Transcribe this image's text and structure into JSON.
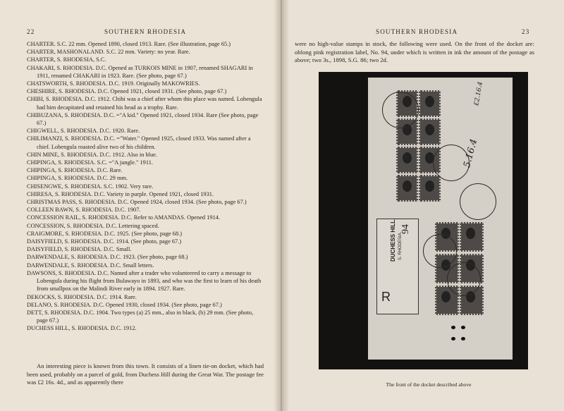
{
  "left_page": {
    "page_number": "22",
    "running_head": "SOUTHERN RHODESIA",
    "entries": [
      "CHARTER. S.C. 22 mm. Opened 1890, closed 1913. Rare. (See illustration, page 65.)",
      "CHARTER, MASHONALAND. S.C. 22 mm. Variety: no year. Rare.",
      "CHARTER, S. RHODESIA, S.C.",
      "CHAKARI, S. RHODESIA. D.C. Opened as TURKOIS MINE in 1907, renamed SHAGARI in 1911, renamed CHAKARI in 1923. Rare. (See photo, page 67.)",
      "CHATSWORTH, S. RHODESIA. D.C. 1919. Originally MAKOWRIES.",
      "CHESHIRE, S. RHODESIA. D.C. Opened 1921, closed 1931. (See photo, page 67.)",
      "CHIBI, S. RHODESIA. D.C. 1912. Chibi was a chief after whom this place was named. Lobengula had him decapitated and retained his head as a trophy. Rare.",
      "CHIBUZANA, S. RHODESIA. D.C. =\"A kid.\" Opened 1921, closed 1934. Rare (See photo, page 67.)",
      "CHIGWELL, S. RHODESIA. D.C. 1920. Rare.",
      "CHILIMANZI, S. RHODESIA. D.C. =\"Water.\" Opened 1925, closed 1933. Was named after a chief. Lobengula roasted alive two of his children.",
      "CHIN MINE, S. RHODESIA. D.C. 1912. Also in blue.",
      "CHIPINGA, S. RHODESIA. S.C. =\"A jungle.\" 1911.",
      "CHIPINGA, S. RHODESIA. D.C. Rare.",
      "CHIPINGA, S. RHODESIA. D.C. 29 mm.",
      "CHISENGWE, S. RHODESIA. S.C. 1902. Very rare.",
      "CHIRESA, S. RHODESIA. D.C. Variety in purple. Opened 1921, closed 1931.",
      "CHRISTMAS PASS, S. RHODESIA. D.C. Opened 1924, closed 1934. (See photo, page 67.)",
      "COLLEEN BAWN, S. RHODESIA. D.C. 1907.",
      "CONCESSION RAIL, S. RHODESIA. D.C. Refer to AMANDAS. Opened 1914.",
      "CONCESSION, S. RHODESIA. D.C. Lettering spaced.",
      "CRAIGMORE, S. RHODESIA. D.C. 1925. (See photo, page 68.)",
      "DAISYFIELD, S. RHODESIA. D.C. 1914. (See photo, page 67.)",
      "DAISYFIELD, S. RHODESIA. D.C. Small.",
      "DARWENDALE, S. RHODESIA. D.C. 1923. (See photo, page 68.)",
      "DARWENDALE, S. RHODESIA. D.C. Small letters.",
      "DAWSONS, S. RHODESIA. D.C. Named after a trader who volunteered to carry a message to Lobengula during his flight from Bulawayo in 1893, and who was the first to learn of his death from smallpox on the Malindi River early in 1894. 1927. Rare.",
      "DEKOCKS, S. RHODESIA. D.C. 1914. Rare.",
      "DELANO, S. RHODESIA. D.C. Opened 1930, closed 1934. (See photo, page 67.)",
      "DETT, S. RHODESIA. D.C. 1904. Two types (a) 25 mm., also in black, (b) 29 mm. (See photo, page 67.)",
      "DUCHESS HILL, S. RHODESIA. D.C. 1912."
    ],
    "paragraph": "An interesting piece is known from this town. It consists of a linen tie-on docket, which had been used, probably on a parcel of gold, from Duchess Hill during the Great War. The postage fee was £2 16s. 4d., and as apparently there"
  },
  "right_page": {
    "page_number": "23",
    "running_head": "SOUTHERN RHODESIA",
    "text": "were no high-value stamps in stock, the following were used. On the front of the docket are: oblong pink registration label, No. 94, under which is written in ink the amount of the postage as above; two 3s., 1898, S.G. 86; two 2d.",
    "photo": {
      "registration_letter": "R",
      "registration_place": "DUCHESS HILL,",
      "registration_sub": "S. RHODESIA.",
      "registration_number": "94",
      "ink_note": "£2.16.4"
    },
    "caption": "The front of the docket described above"
  }
}
